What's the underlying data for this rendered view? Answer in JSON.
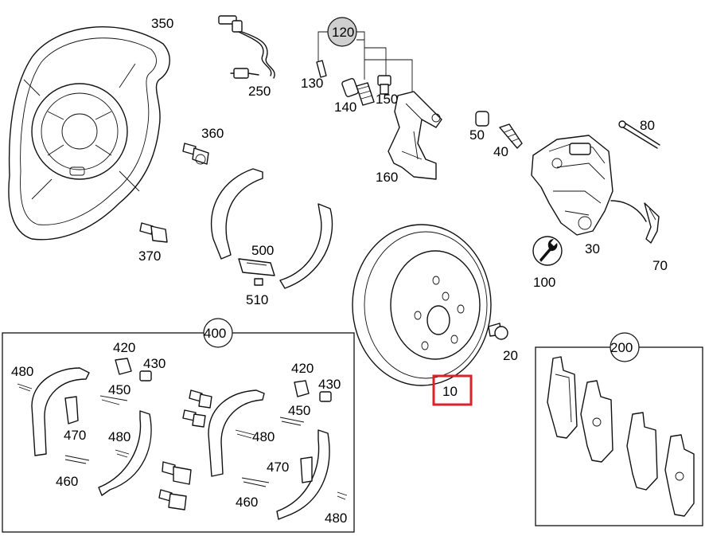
{
  "labels": {
    "p350": "350",
    "p250": "250",
    "p120": "120",
    "p130": "130",
    "p140": "140",
    "p150": "150",
    "p160": "160",
    "p360": "360",
    "p370": "370",
    "p500": "500",
    "p510": "510",
    "p50": "50",
    "p40": "40",
    "p80": "80",
    "p30": "30",
    "p70": "70",
    "p100": "100",
    "p20": "20",
    "p10": "10",
    "p200": "200",
    "p400": "400",
    "k480a": "480",
    "k420a": "420",
    "k430a": "430",
    "k450a": "450",
    "k470a": "470",
    "k480b": "480",
    "k460a": "460",
    "k420b": "420",
    "k430b": "430",
    "k450b": "450",
    "k480c": "480",
    "k470b": "470",
    "k460b": "460",
    "k480d": "480"
  },
  "highlight": {
    "part": "10",
    "color": "#d9232b"
  },
  "badge_fill": "#cfcfcf",
  "icons": {
    "tool": "wrench-icon"
  }
}
